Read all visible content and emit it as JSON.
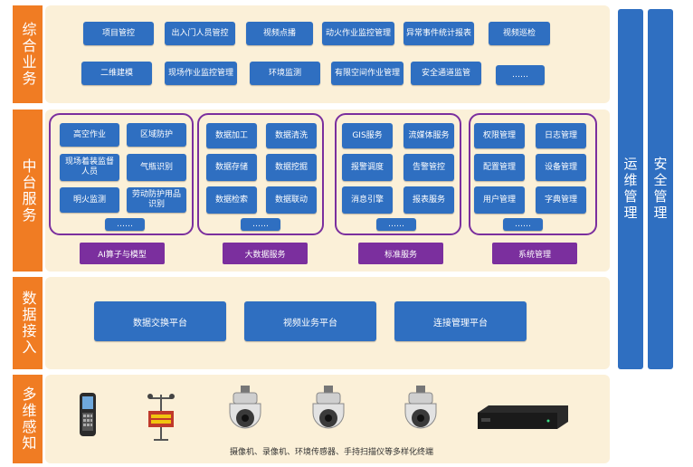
{
  "layers": {
    "business": "综合业务",
    "middle": "中台服务",
    "access": "数据接入",
    "perception": "多维感知"
  },
  "side": {
    "ops": "运维管理",
    "security": "安全管理"
  },
  "business": {
    "row1": [
      "项目管控",
      "出入门人员管控",
      "视频点播",
      "动火作业监控管理",
      "异常事件统计报表",
      "视频巡检"
    ],
    "row2": [
      "二维建模",
      "现场作业监控管理",
      "环境监测",
      "有限空间作业管理",
      "安全通道监管",
      "……"
    ]
  },
  "middle": {
    "groups": [
      {
        "title": "AI算子与模型",
        "items": [
          "高空作业",
          "区域防护",
          "现场着装监督人员",
          "气瓶识别",
          "明火监测",
          "劳动防护用品识别"
        ],
        "more": "……"
      },
      {
        "title": "大数据服务",
        "items": [
          "数据加工",
          "数据清洗",
          "数据存储",
          "数据挖掘",
          "数据检索",
          "数据联动"
        ],
        "more": "……"
      },
      {
        "title": "标准服务",
        "items": [
          "GIS服务",
          "流媒体服务",
          "报警调度",
          "告警管控",
          "消息引擎",
          "报表服务"
        ],
        "more": "……"
      },
      {
        "title": "系统管理",
        "items": [
          "权限管理",
          "日志管理",
          "配置管理",
          "设备管理",
          "用户管理",
          "字典管理"
        ],
        "more": "……"
      }
    ]
  },
  "access": {
    "platforms": [
      "数据交换平台",
      "视频业务平台",
      "连接管理平台"
    ]
  },
  "perception": {
    "devices": [
      "handheld-terminal",
      "weather-station",
      "dome-camera",
      "dome-camera",
      "dome-camera",
      "video-recorder"
    ],
    "caption": "摄像机、录像机、环境传感器、手持扫描仪等多样化终端"
  },
  "colors": {
    "orange": "#f07c23",
    "blue": "#2f6fc1",
    "purple": "#7b2f9e",
    "cream": "#fbf0d8"
  }
}
